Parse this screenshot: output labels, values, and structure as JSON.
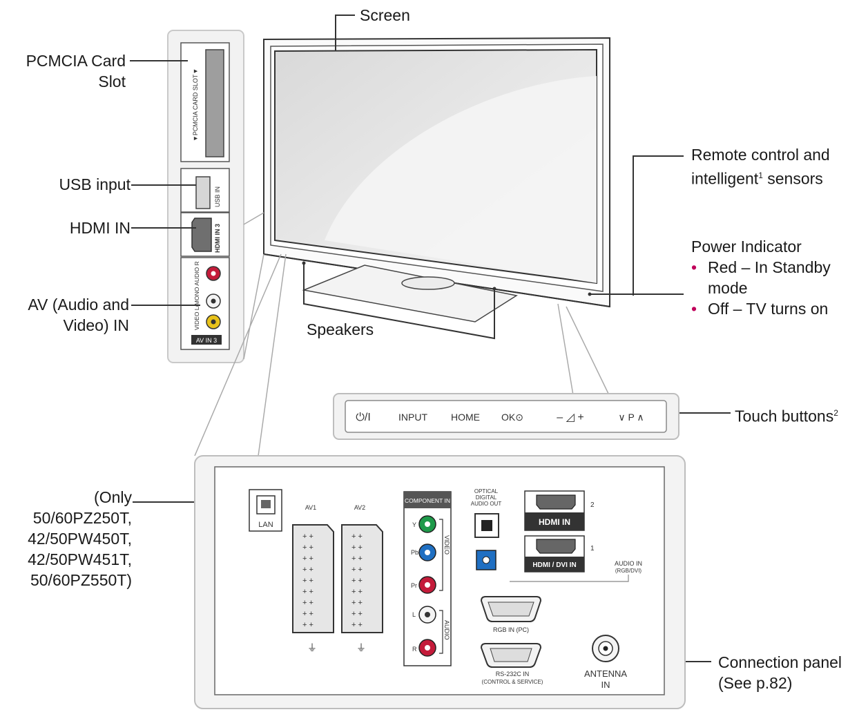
{
  "labels": {
    "screen": "Screen",
    "pcmcia_line1": "PCMCIA Card",
    "pcmcia_line2": "Slot",
    "usb": "USB input",
    "hdmi": "HDMI IN",
    "av_line1": "AV (Audio and",
    "av_line2": "Video) IN",
    "speakers": "Speakers",
    "remote_line1": "Remote control and",
    "remote_line2a": "intelligent",
    "remote_sup": "1",
    "remote_line2b": " sensors",
    "power_title": "Power Indicator",
    "power_item1_line1": "Red – In Standby",
    "power_item1_line2": "mode",
    "power_item2": "Off – TV turns on",
    "touch": "Touch buttons",
    "touch_sup": "2",
    "only_line1": "(Only",
    "only_line2": "50/60PZ250T,",
    "only_line3": "42/50PW450T,",
    "only_line4": "42/50PW451T,",
    "only_line5": "50/60PZ550T)",
    "conn_line1": "Connection panel",
    "conn_line2": "(See p.82)"
  },
  "side_panel": {
    "pcmcia_text": "▼PCMCIA CARD SLOT▼",
    "usb_text": "USB IN",
    "hdmi_text": "HDMI IN 3",
    "av_text": "VIDEO L/MONO AUDIO R",
    "av_badge": "AV IN 3"
  },
  "touch_buttons": [
    "⏻/I",
    "INPUT",
    "HOME",
    "OK⊙",
    "– ◿ +",
    "∨ P ∧"
  ],
  "connection_panel": {
    "lan": "LAN",
    "av1": "AV1",
    "av2": "AV2",
    "component_header": "COMPONENT IN",
    "component_y": "Y",
    "component_pb": "Pb",
    "component_pr": "Pr",
    "component_l": "L",
    "component_r": "R",
    "video_group": "VIDEO",
    "audio_group": "AUDIO",
    "optical_line1": "OPTICAL",
    "optical_line2": "DIGITAL",
    "optical_line3": "AUDIO OUT",
    "hdmi_in": "HDMI IN",
    "hdmi_dvi_in": "HDMI / DVI IN",
    "hdmi_num2": "2",
    "hdmi_num1": "1",
    "audio_in_line1": "AUDIO IN",
    "audio_in_line2": "(RGB/DVI)",
    "rgb_in": "RGB IN (PC)",
    "rs232_line1": "RS-232C IN",
    "rs232_line2": "(CONTROL & SERVICE)",
    "antenna_line1": "ANTENNA",
    "antenna_line2": "IN"
  },
  "colors": {
    "bullet": "#c0005a",
    "jack_green": "#1e9a4a",
    "jack_blue": "#1f6fc2",
    "jack_red": "#c41b3a",
    "jack_yellow": "#e8c21a",
    "optical_blue": "#1f6fc2"
  }
}
